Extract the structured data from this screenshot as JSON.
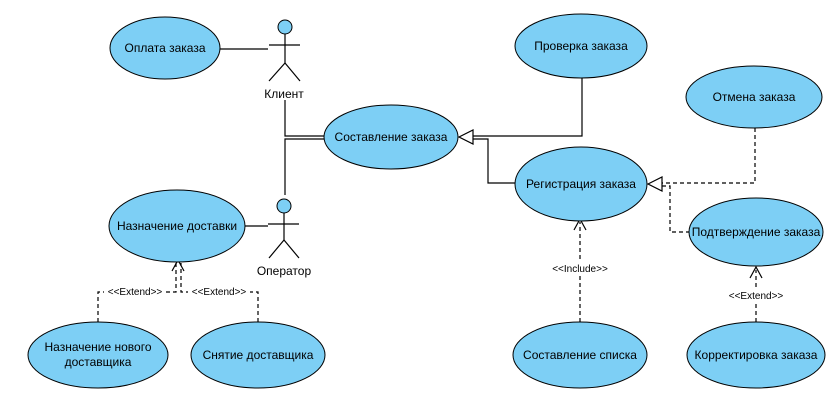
{
  "actors": {
    "client": {
      "label": "Клиент"
    },
    "operator": {
      "label": "Оператор"
    }
  },
  "use_cases": {
    "payment": "Оплата заказа",
    "compose_order": "Составление заказа",
    "check_order": "Проверка заказа",
    "cancel_order": "Отмена заказа",
    "register_order": "Регистрация заказа",
    "confirm_order": "Подтверждение заказа",
    "assign_delivery": "Назначение доставки",
    "assign_new_courier_line1": "Назначение нового",
    "assign_new_courier_line2": "доставщика",
    "remove_courier": "Снятие доставщика",
    "compose_list": "Составление списка",
    "correct_order": "Корректировка заказа"
  },
  "stereotypes": {
    "extend": "<<Extend>>",
    "include": "<<Include>>"
  },
  "colors": {
    "use_case_fill": "#7dcff5",
    "stroke": "#000000",
    "background": "#ffffff"
  }
}
